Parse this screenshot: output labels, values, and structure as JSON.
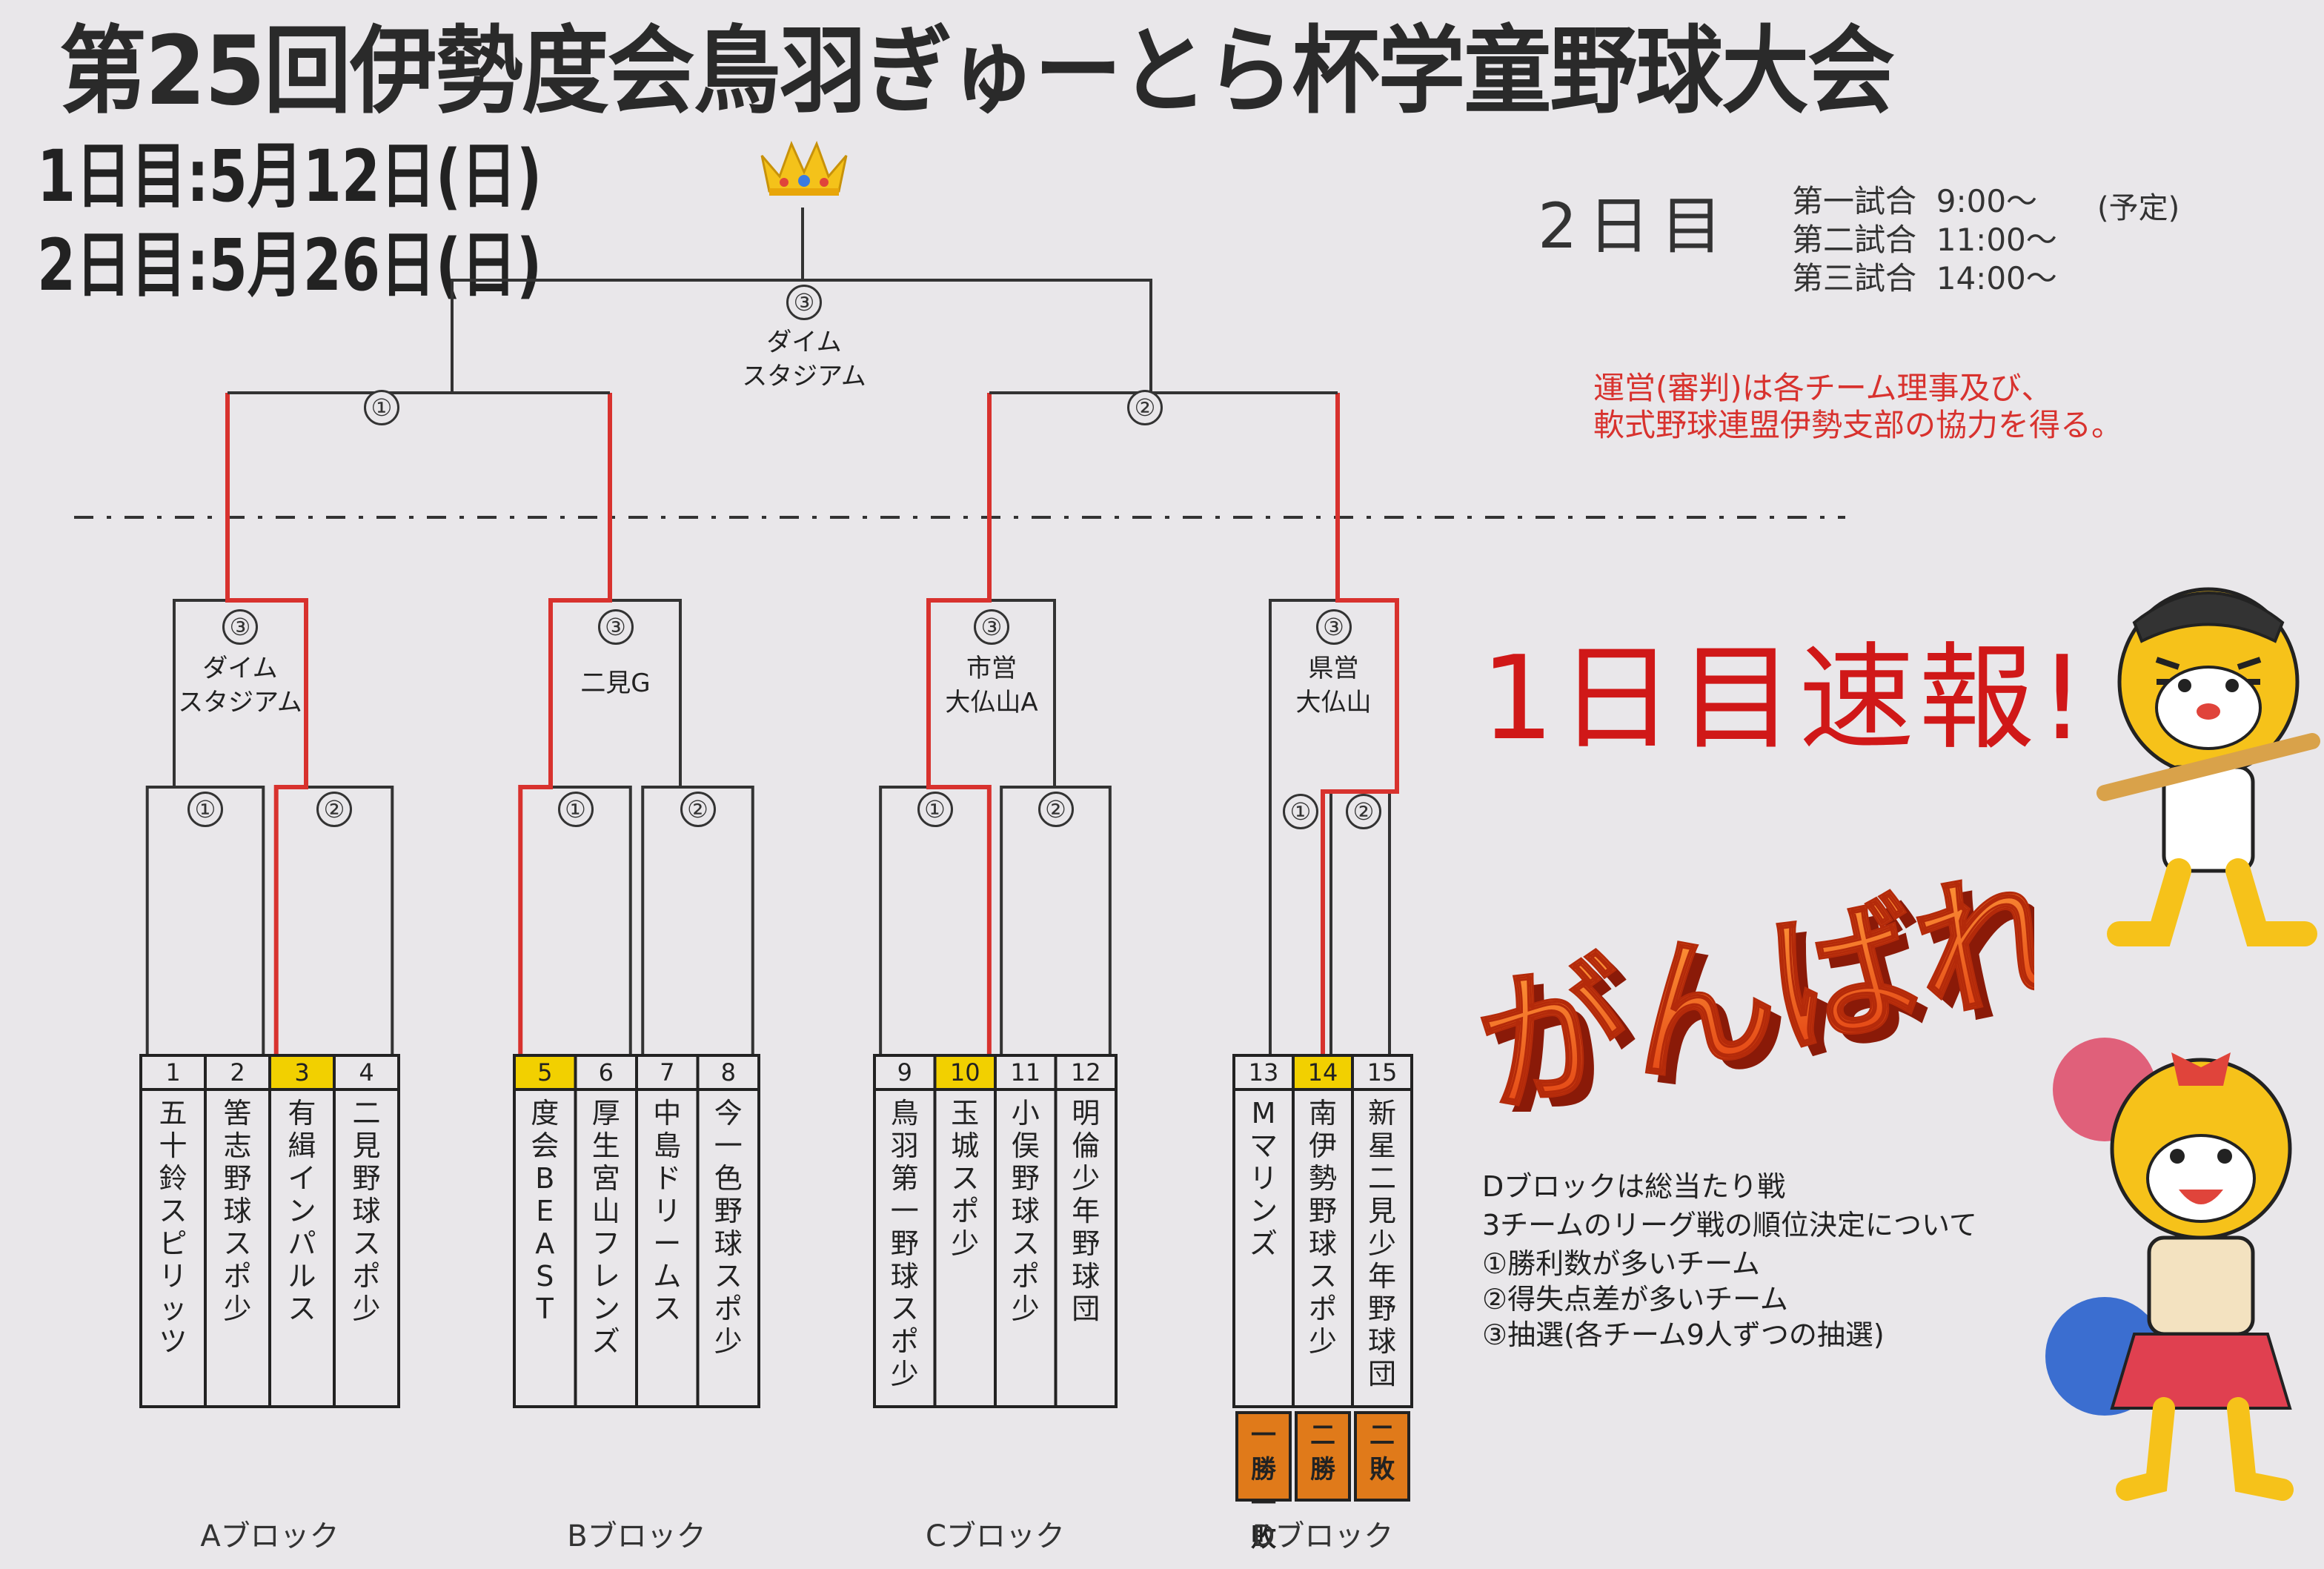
{
  "title": "第25回伊勢度会鳥羽ぎゅーとら杯学童野球大会",
  "dates": {
    "day1": "1日目:5月12日(日)",
    "day2": "2日目:5月26日(日)"
  },
  "day2_label": "2日目",
  "schedule": {
    "games": [
      {
        "label": "第一試合",
        "time": "9:00〜"
      },
      {
        "label": "第二試合",
        "time": "11:00〜"
      },
      {
        "label": "第三試合",
        "time": "14:00〜"
      }
    ],
    "tentative": "(予定)"
  },
  "officials_note": [
    "運営(審判)は各チーム理事及び、",
    "軟式野球連盟伊勢支部の協力を得る。"
  ],
  "flash_text": "1日目速報!",
  "cheer_text": "がんばれ!!",
  "final": {
    "num": "③",
    "venue": [
      "ダイム",
      "スタジアム"
    ]
  },
  "semis": [
    {
      "num": "①"
    },
    {
      "num": "②"
    }
  ],
  "blocks": [
    {
      "label": "Aブロック",
      "top_num": "③",
      "venue": [
        "ダイム",
        "スタジアム"
      ],
      "sub_nums": [
        "①",
        "②"
      ],
      "teams": [
        {
          "seed": "1",
          "name": "五十鈴スピリッツ"
        },
        {
          "seed": "2",
          "name": "筈志野球スポ少"
        },
        {
          "seed": "3",
          "name": "有緝インパルス",
          "winner": true
        },
        {
          "seed": "4",
          "name": "二見野球スポ少"
        }
      ]
    },
    {
      "label": "Bブロック",
      "top_num": "③",
      "venue": [
        "二見G"
      ],
      "sub_nums": [
        "①",
        "②"
      ],
      "teams": [
        {
          "seed": "5",
          "name": "度会BEAST",
          "winner": true
        },
        {
          "seed": "6",
          "name": "厚生宮山フレンズ"
        },
        {
          "seed": "7",
          "name": "中島ドリームス"
        },
        {
          "seed": "8",
          "name": "今一色野球スポ少"
        }
      ]
    },
    {
      "label": "Cブロック",
      "top_num": "③",
      "venue": [
        "市営",
        "大仏山A"
      ],
      "sub_nums": [
        "①",
        "②"
      ],
      "teams": [
        {
          "seed": "9",
          "name": "鳥羽第一野球スポ少"
        },
        {
          "seed": "10",
          "name": "玉城スポ少",
          "winner": true
        },
        {
          "seed": "11",
          "name": "小俣野球スポ少"
        },
        {
          "seed": "12",
          "name": "明倫少年野球団"
        }
      ]
    },
    {
      "label": "Dブロック",
      "top_num": "③",
      "venue": [
        "県営",
        "大仏山"
      ],
      "sub_nums": [
        "①",
        "②"
      ],
      "teams": [
        {
          "seed": "13",
          "name": "Mマリンズ",
          "record": "一勝一敗"
        },
        {
          "seed": "14",
          "name": "南伊勢野球スポ少",
          "winner": true,
          "record": "二勝"
        },
        {
          "seed": "15",
          "name": "新星二見少年野球団",
          "record": "二敗"
        }
      ]
    }
  ],
  "d_block_note": [
    "Dブロックは総当たり戦",
    "3チームのリーグ戦の順位決定について",
    "①勝利数が多いチーム",
    "②得失点差が多いチーム",
    "③抽選(各チーム9人ずつの抽選)"
  ],
  "colors": {
    "winner_line": "#d8322e",
    "line": "#333333",
    "seed_highlight": "#f2d000",
    "record_bg": "#e07a1a",
    "flash": "#d01818"
  }
}
